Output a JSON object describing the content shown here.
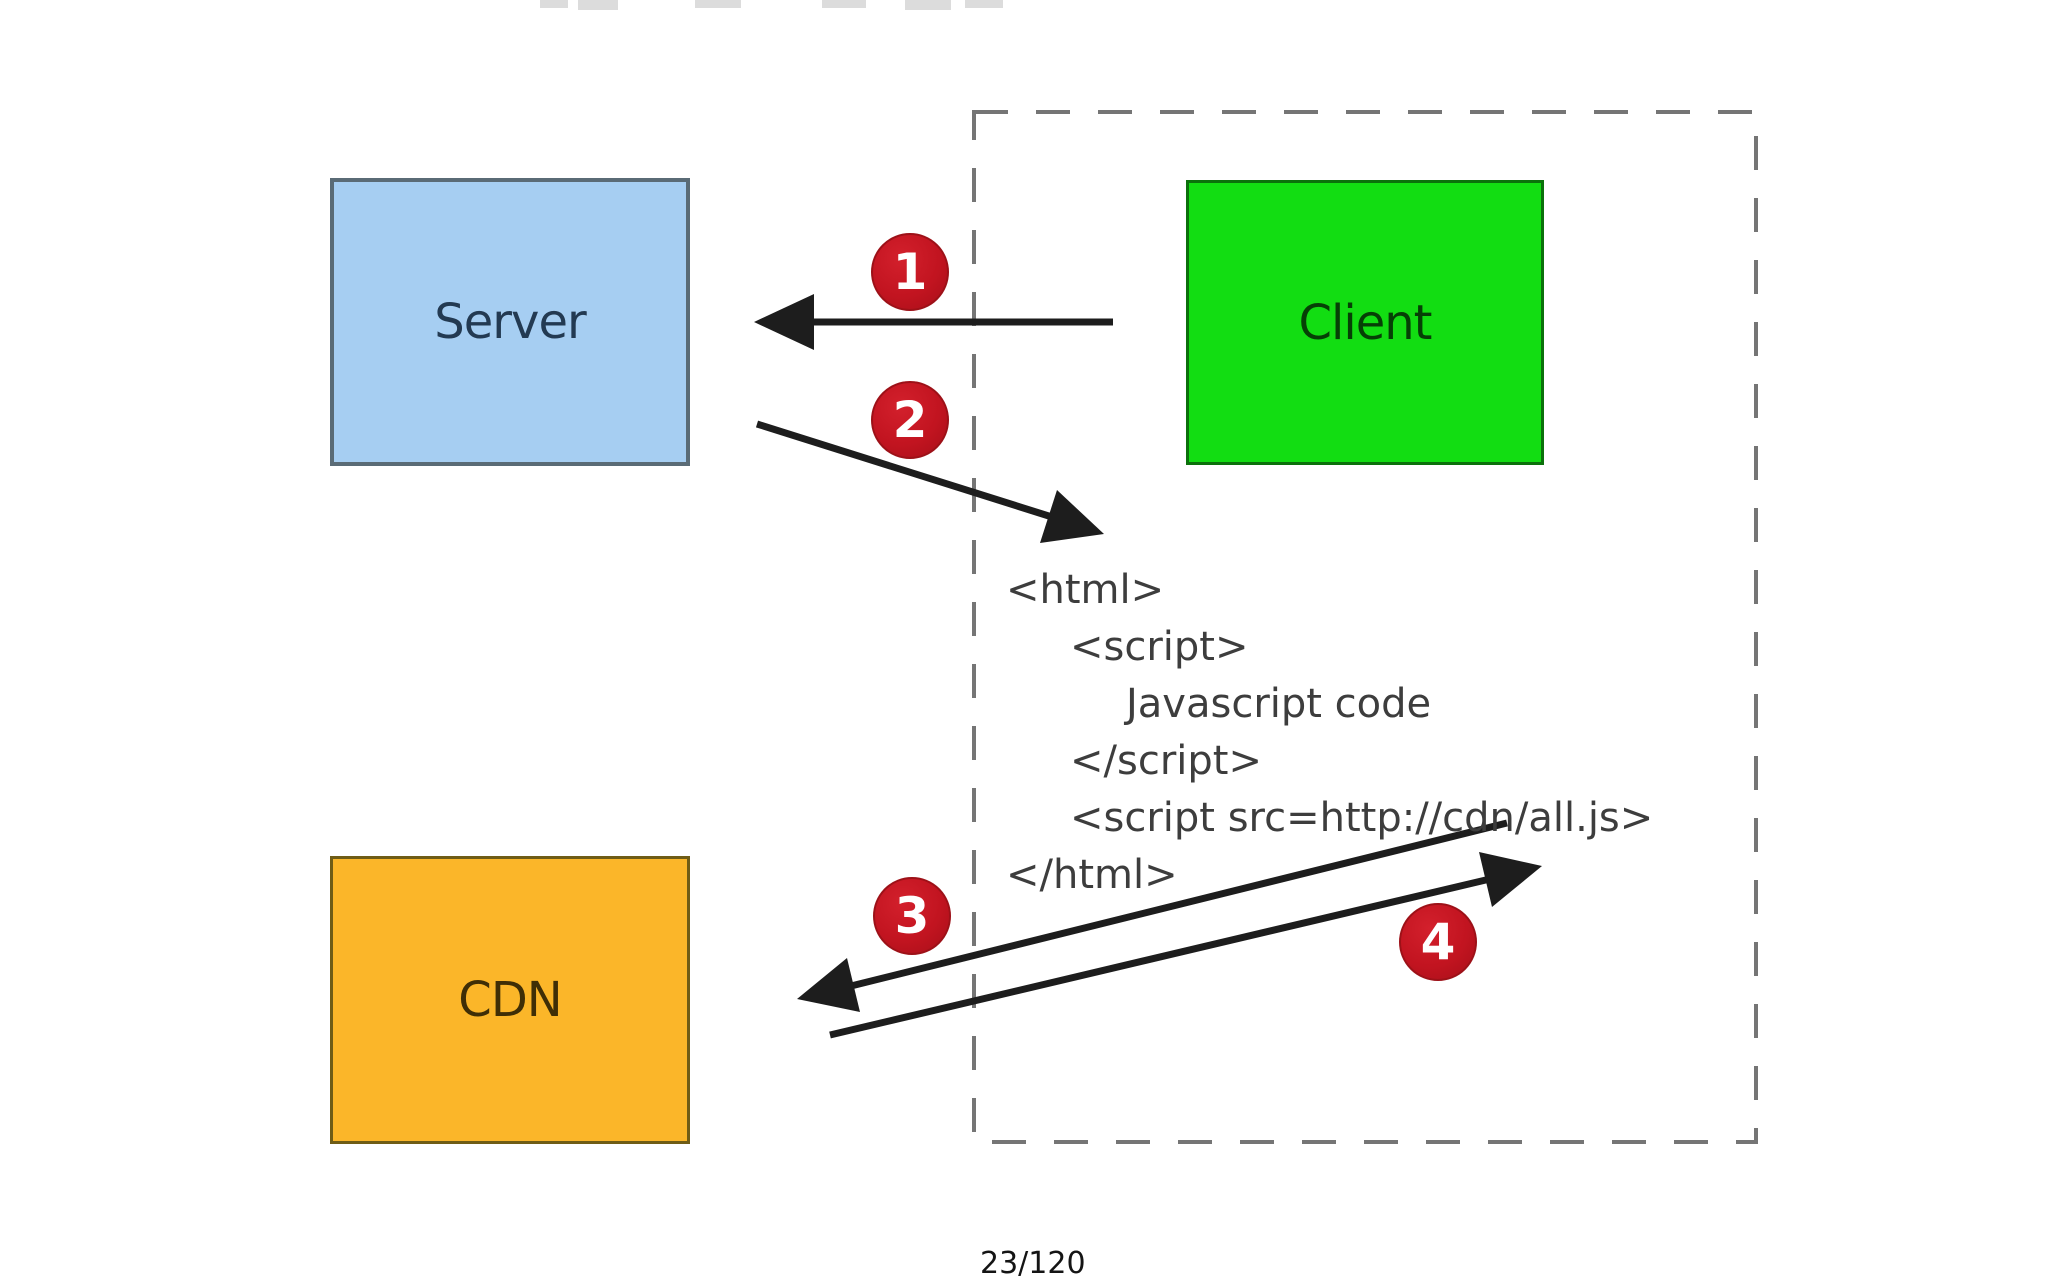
{
  "slide": {
    "page_indicator": "23/120"
  },
  "diagram": {
    "nodes": {
      "server": {
        "label": "Server",
        "fill": "#a6cef2",
        "border": "#5a6b76",
        "text_color": "#233a52"
      },
      "client": {
        "label": "Client",
        "fill": "#12dd12",
        "border": "#0b710b",
        "text_color": "#063f06"
      },
      "cdn": {
        "label": "CDN",
        "fill": "#fbb629",
        "border": "#6f5c16",
        "text_color": "#3f2e06"
      }
    },
    "step_badges": {
      "badge_color": "#c21420",
      "number_color": "#ffffff",
      "labels": [
        "1",
        "2",
        "3",
        "4"
      ]
    },
    "arrow_color": "#1d1d1d",
    "boundary_color": "#757575",
    "code": {
      "text_color": "#3d3d3d",
      "lines": [
        "<html>",
        "<script>",
        "Javascript code",
        "</script>",
        "<script src=http://cdn/all.js>",
        "</html>"
      ]
    }
  }
}
